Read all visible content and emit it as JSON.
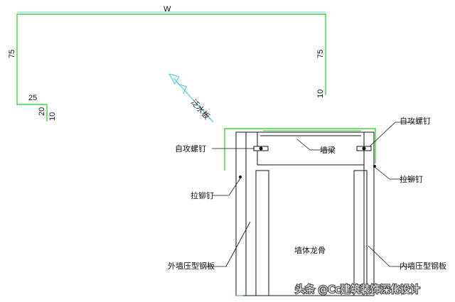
{
  "dimensions": {
    "width": "W",
    "left_height": "75",
    "left_return": "25",
    "left_drop": "20",
    "left_lip": "10",
    "right_height": "75",
    "right_lip": "10"
  },
  "labels": {
    "flashing": "泛水板",
    "screw_left": "自攻螺钉",
    "screw_right": "自攻螺钉",
    "beam": "墙梁",
    "rivet_left": "拉铆钉",
    "rivet_right": "拉铆钉",
    "stud": "墙体龙骨",
    "outer_panel": "外墙压型钢板",
    "inner_panel": "内墙压型钢板"
  },
  "watermark": "头条 @Cc建筑装饰深化设计",
  "colors": {
    "line_green": "#22cc22",
    "line_black": "#111111",
    "accent_cyan": "#33cccc"
  }
}
